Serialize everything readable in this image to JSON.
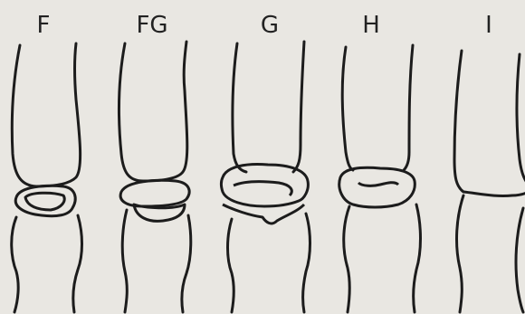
{
  "stages": [
    {
      "id": "F",
      "label": "F"
    },
    {
      "id": "FG",
      "label": "FG"
    },
    {
      "id": "G",
      "label": "G"
    },
    {
      "id": "H",
      "label": "H"
    },
    {
      "id": "I",
      "label": "I"
    }
  ]
}
